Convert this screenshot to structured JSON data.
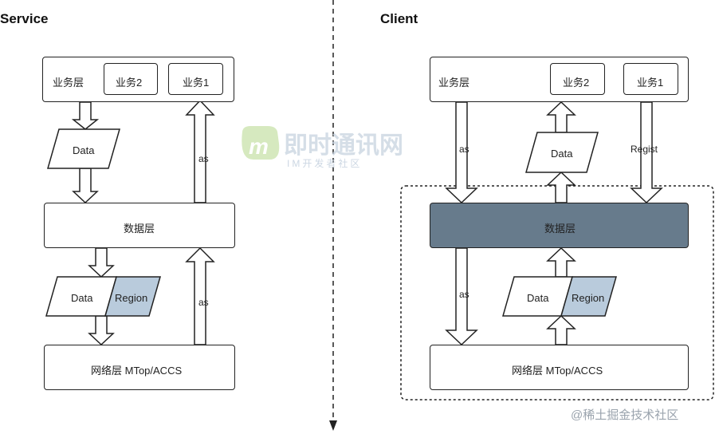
{
  "service": {
    "title": "Service",
    "biz_layer": "业务层",
    "biz2": "业务2",
    "biz1": "业务1",
    "data": "Data",
    "data_layer": "数据层",
    "data2": "Data",
    "region": "Region",
    "net_layer": "网络层 MTop/ACCS",
    "arrow_label_top": "as",
    "arrow_label_bottom": "as"
  },
  "client": {
    "title": "Client",
    "biz_layer": "业务层",
    "biz2": "业务2",
    "biz1": "业务1",
    "data": "Data",
    "data_layer": "数据层",
    "data2": "Data",
    "region": "Region",
    "net_layer": "网络层 MTop/ACCS",
    "arrow_label_as1": "as",
    "arrow_label_regist": "Regist",
    "arrow_label_as2": "as"
  },
  "watermark": {
    "logo_text": "即时通讯网",
    "sub_text": "IM开发者社区"
  },
  "footer": {
    "credit": "@稀土掘金技术社区"
  },
  "colors": {
    "line": "#222222",
    "data_layer_fill": "#677b8c",
    "region_fill": "#b9cbdc"
  }
}
